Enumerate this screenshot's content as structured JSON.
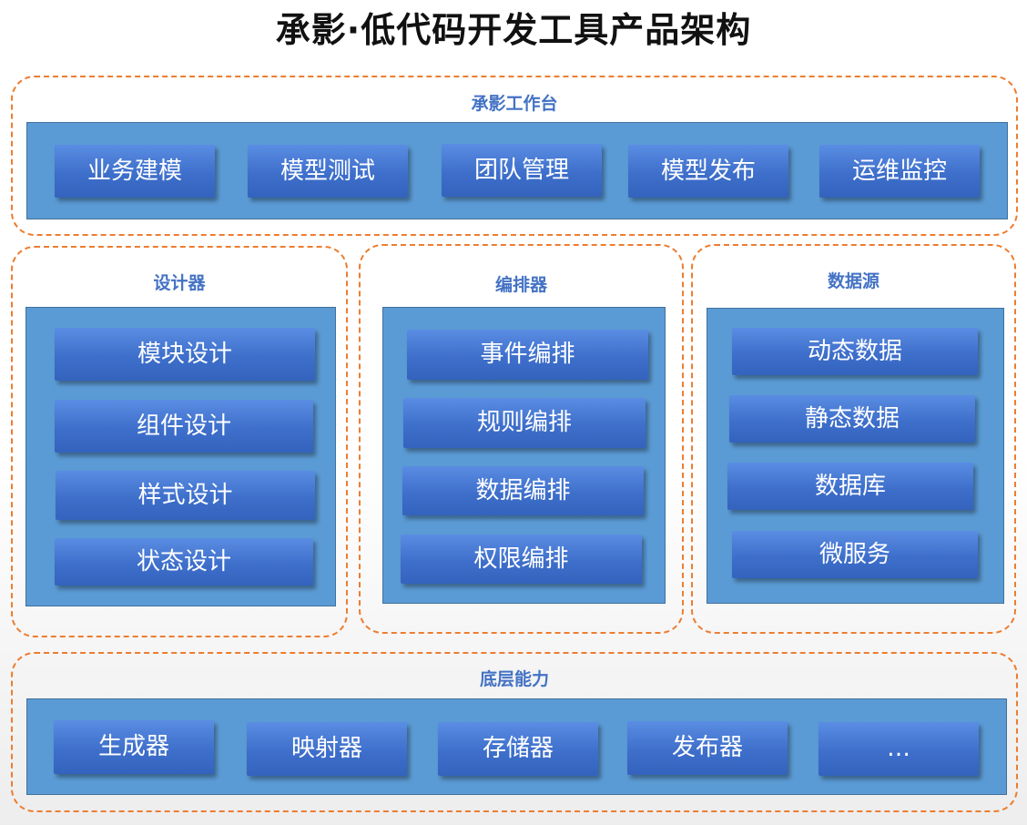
{
  "title": "承影·低代码开发工具产品架构",
  "workbench": {
    "label": "承影工作台",
    "items": [
      "业务建模",
      "模型测试",
      "团队管理",
      "模型发布",
      "运维监控"
    ]
  },
  "designer": {
    "label": "设计器",
    "items": [
      "模块设计",
      "组件设计",
      "样式设计",
      "状态设计"
    ]
  },
  "orchestrator": {
    "label": "编排器",
    "items": [
      "事件编排",
      "规则编排",
      "数据编排",
      "权限编排"
    ]
  },
  "datasource": {
    "label": "数据源",
    "items": [
      "动态数据",
      "静态数据",
      "数据库",
      "微服务"
    ]
  },
  "base": {
    "label": "底层能力",
    "items": [
      "生成器",
      "映射器",
      "存储器",
      "发布器",
      "…"
    ]
  },
  "colors": {
    "dashed_border": "#ed7d31",
    "group_label": "#4472c4",
    "panel_fill": "#5b9bd5",
    "item_fill": "#4472c4",
    "item_text": "#ffffff"
  }
}
